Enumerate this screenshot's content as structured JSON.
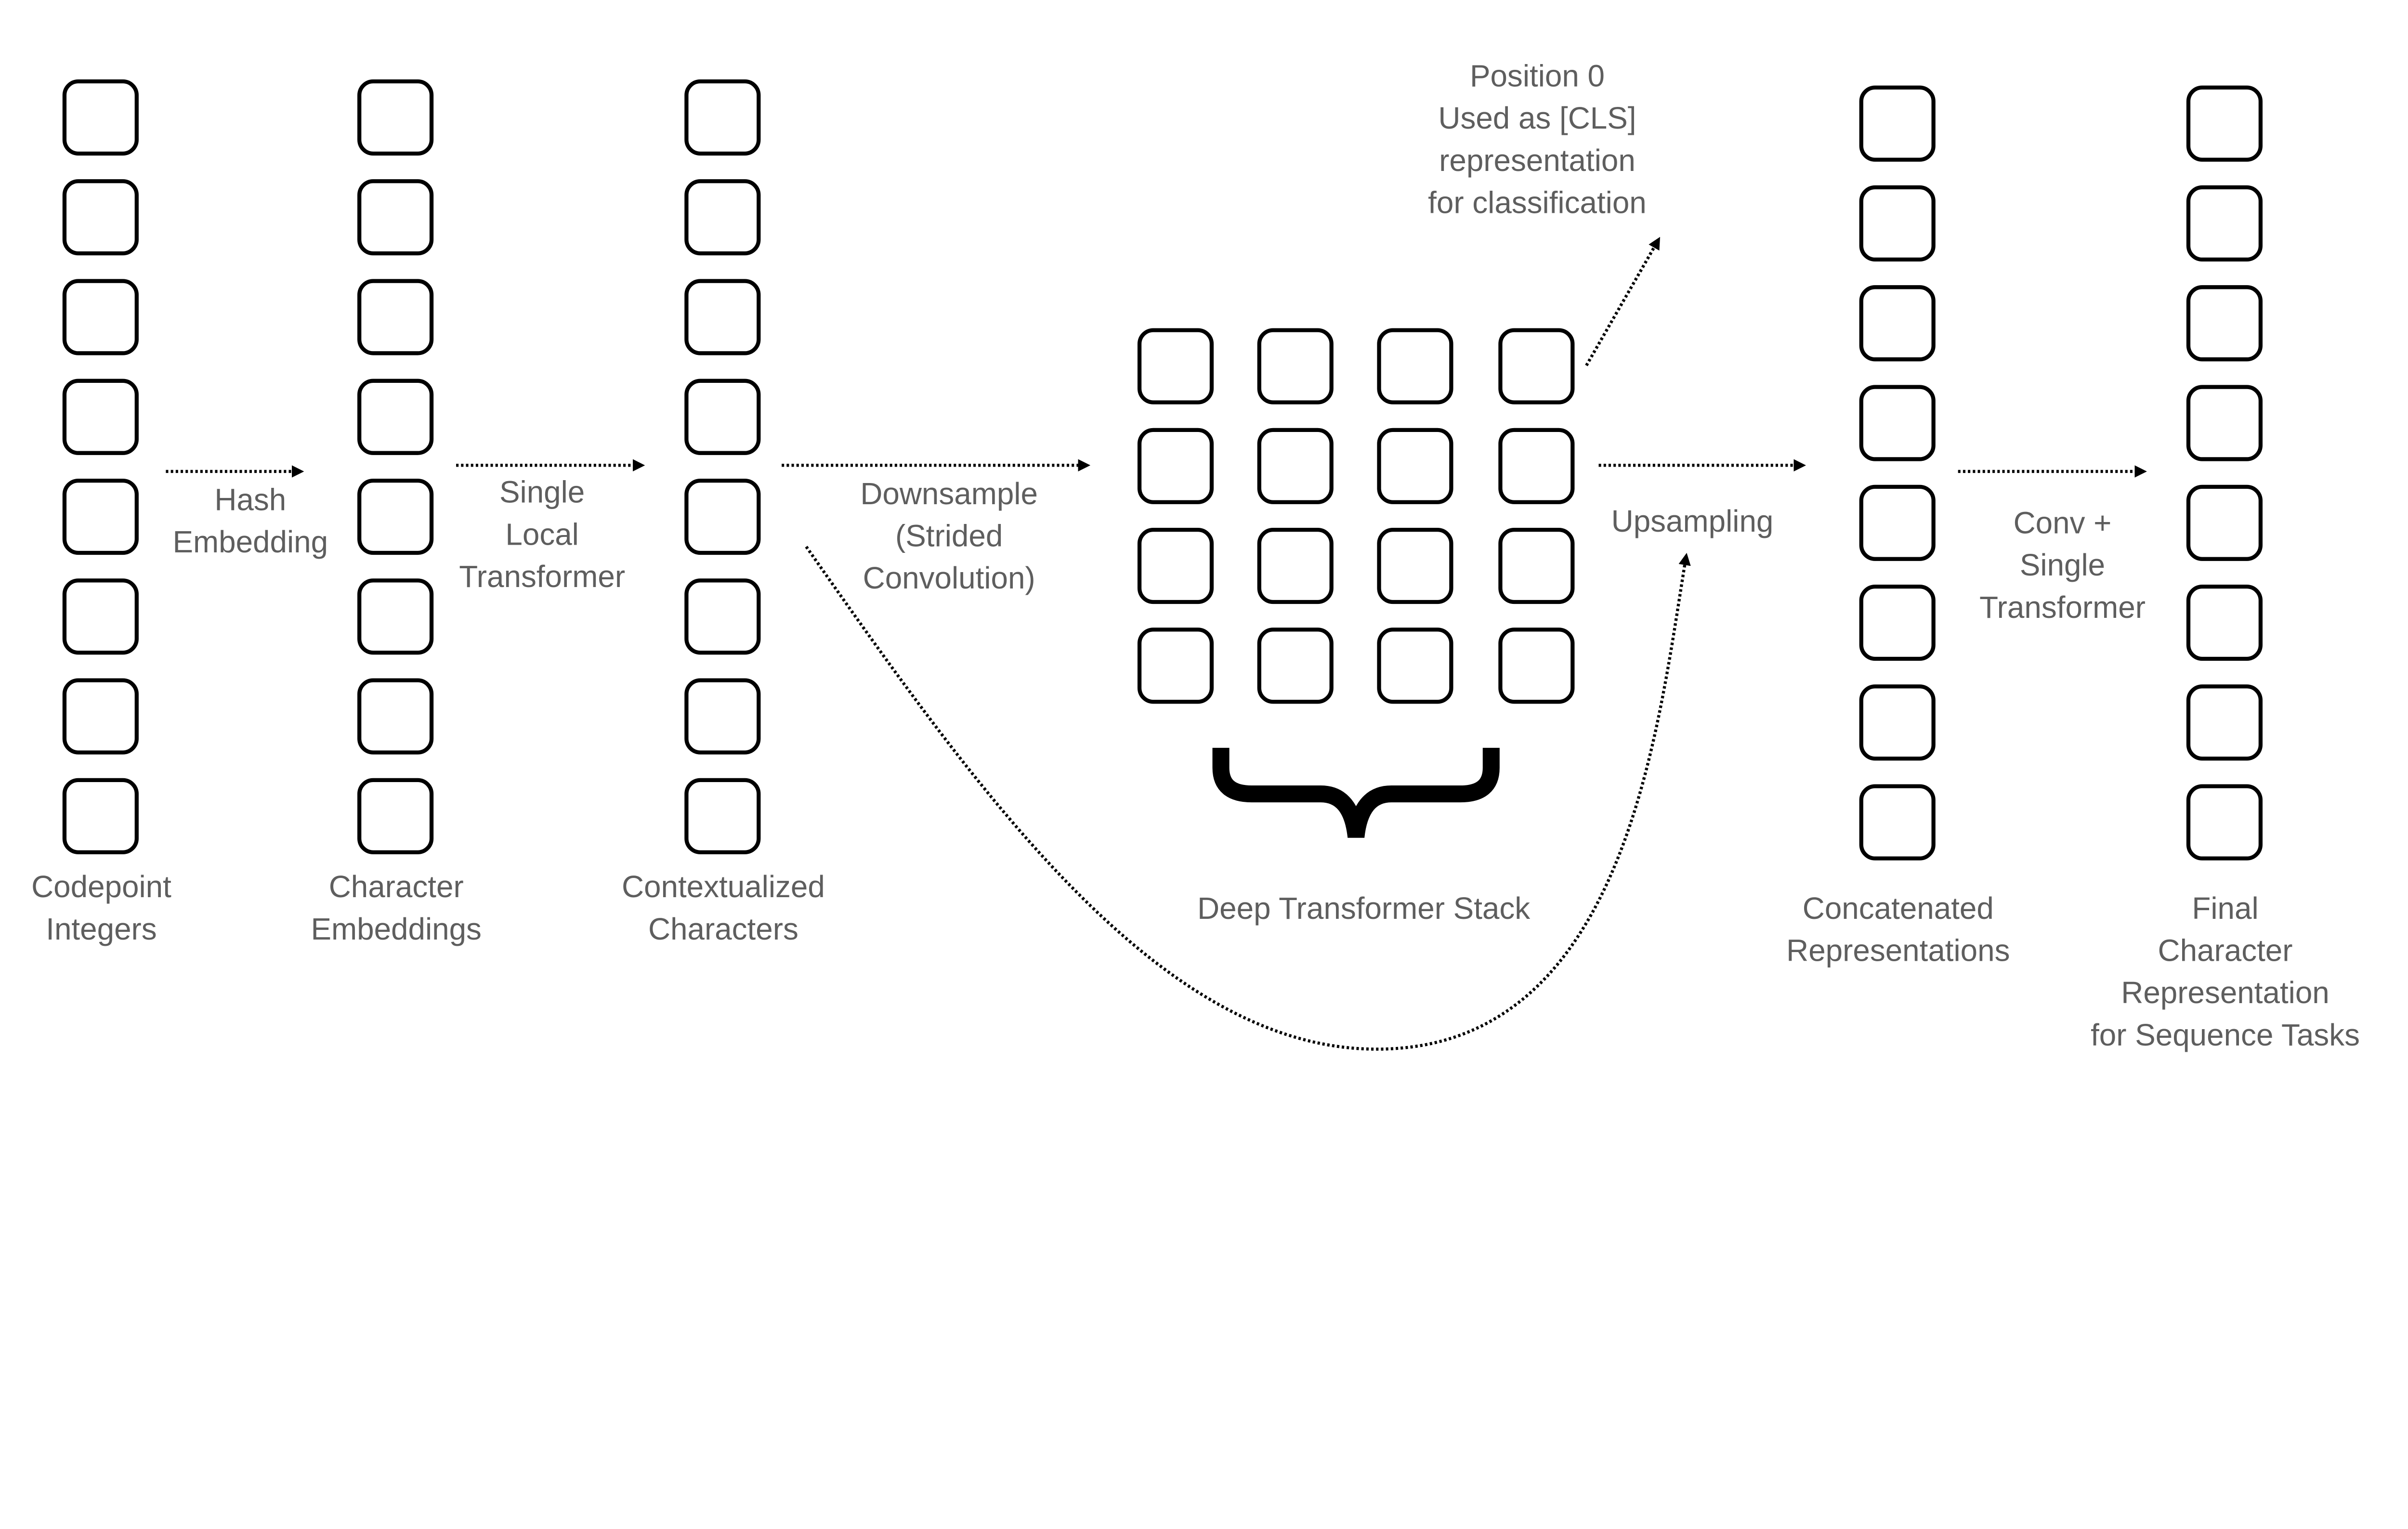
{
  "columns": [
    {
      "label": [
        "Codepoint",
        "Integers"
      ],
      "cells": 8
    },
    {
      "label": [
        "Character",
        "Embeddings"
      ],
      "cells": 8
    },
    {
      "label": [
        "Contextualized",
        "Characters"
      ],
      "cells": 8
    },
    {
      "label": [
        "Concatenated",
        "Representations"
      ],
      "cells": 8
    },
    {
      "label": [
        "Final",
        "Character",
        "Representation",
        "for Sequence Tasks"
      ],
      "cells": 8
    }
  ],
  "grid": {
    "rows": 4,
    "cols": 4,
    "label": "Deep Transformer Stack"
  },
  "arrows": {
    "hash": [
      "Hash",
      "Embedding"
    ],
    "local": [
      "Single",
      "Local",
      "Transformer"
    ],
    "downsample": [
      "Downsample",
      "(Strided",
      "Convolution)"
    ],
    "upsampling": [
      "Upsampling"
    ],
    "conv": [
      "Conv +",
      "Single",
      "Transformer"
    ]
  },
  "cls_note": [
    "Position 0",
    "Used as [CLS]",
    "representation",
    "for classification"
  ]
}
